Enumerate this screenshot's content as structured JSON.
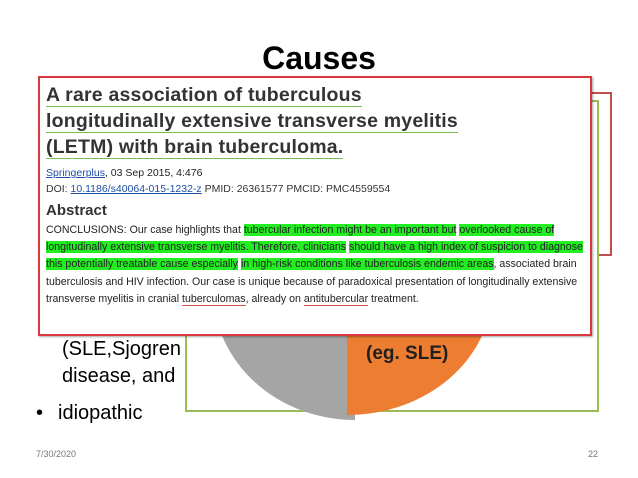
{
  "slide": {
    "title": "Causes",
    "bullets_partial": [
      "(SLE,Sjogren",
      "disease, and"
    ],
    "bullet_idiopathic": "idiopathic",
    "pie_label": "(eg. SLE)",
    "footer_date": "7/30/2020",
    "page_number": "22"
  },
  "article": {
    "title_line1": "A rare association of tuberculous",
    "title_line2": "longitudinally extensive transverse myelitis",
    "title_line3": "(LETM) with brain tuberculoma.",
    "journal": "Springerplus",
    "journal_rest": ", 03 Sep 2015, 4:476",
    "doi_label": "DOI: ",
    "doi": "10.1186/s40064-015-1232-z",
    "ids": " PMID: 26361577 PMCID: PMC4559554",
    "abstract_heading": "Abstract",
    "abs_1": "CONCLUSIONS: Our case highlights that ",
    "abs_hl1": "tubercular infection might be an important but",
    "abs_hl2": "overlooked cause of longitudinally extensive transverse myelitis. Therefore, clinicians",
    "abs_hl3": "should have a high index of suspicion to diagnose this potentially treatable cause especially",
    "abs_hl4": "in high-risk conditions like tuberculosis endemic areas",
    "abs_2": ", associated brain tuberculosis and HIV infection. Our case is unique because of paradoxical presentation of longitudinally extensive transverse myelitis in cranial ",
    "abs_ul1": "tuberculomas",
    "abs_3": ", already on ",
    "abs_ul2": "antitubercular",
    "abs_4": " treatment."
  },
  "colors": {
    "overlay_border": "#d9393e",
    "highlight": "#22ee22",
    "pie_gray": "#a5a5a5",
    "pie_orange": "#ed7d31",
    "green_border": "#9bbb59"
  }
}
